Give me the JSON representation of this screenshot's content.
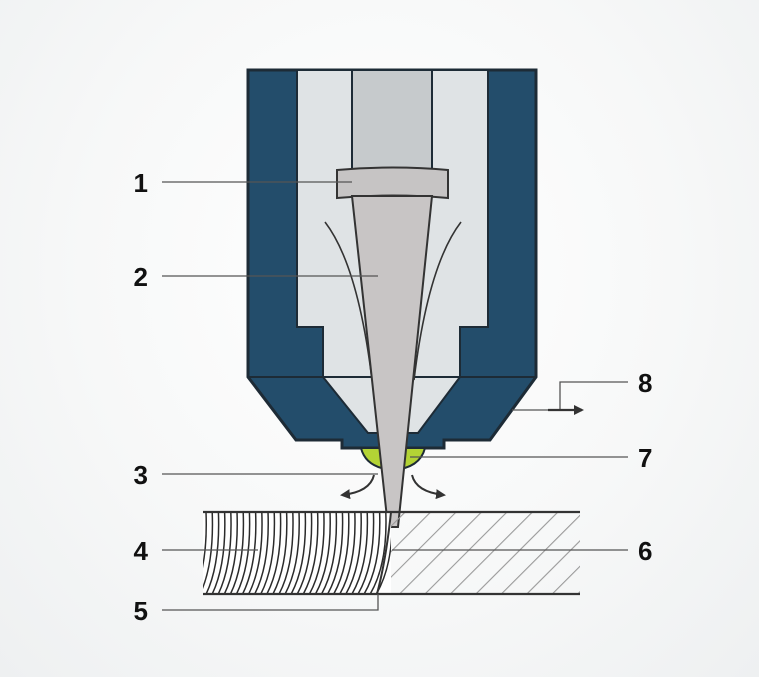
{
  "colors": {
    "nozzle_body": "#234d6b",
    "nozzle_inner": "#dfe3e5",
    "nozzle_bore": "#c6cacc",
    "beam": "#c8c5c5",
    "molten_zone": "#b3d335",
    "leader_line": "#555555",
    "hatch": "#9a9a9a",
    "outline": "#333333"
  },
  "callouts": [
    {
      "id": "1",
      "label": "1"
    },
    {
      "id": "2",
      "label": "2"
    },
    {
      "id": "3",
      "label": "3"
    },
    {
      "id": "4",
      "label": "4"
    },
    {
      "id": "5",
      "label": "5"
    },
    {
      "id": "6",
      "label": "6"
    },
    {
      "id": "7",
      "label": "7"
    },
    {
      "id": "8",
      "label": "8"
    }
  ]
}
